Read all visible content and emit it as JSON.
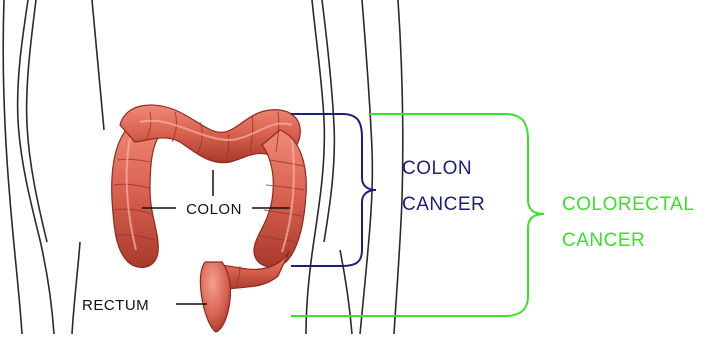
{
  "labels": {
    "colon": "COLON",
    "rectum": "RECTUM",
    "colon_cancer": [
      "COLON",
      "CANCER"
    ],
    "colorectal_cancer": [
      "COLORECTAL",
      "CANCER"
    ]
  },
  "colors": {
    "colon_cancer_bracket": "#1c1f7a",
    "colorectal_cancer_bracket": "#3be02a",
    "colon_tissue": "#d8604f",
    "colon_tissue_dark": "#8e2a1c",
    "body_outline": "#2a2a2a"
  }
}
